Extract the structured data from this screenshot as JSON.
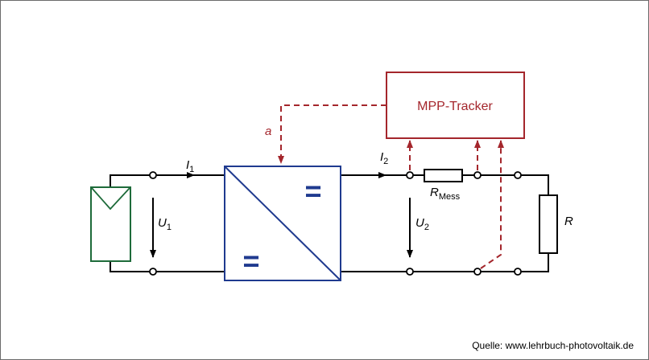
{
  "colors": {
    "wire": "#000000",
    "control": "#a4262c",
    "converter": "#1f3a8f",
    "solar_module": "#1e6b3a",
    "frame": "#6b6b6b"
  },
  "tracker": {
    "label": "MPP-Tracker"
  },
  "control_signal": {
    "label": "a"
  },
  "currents": {
    "i1": {
      "symbol": "I",
      "subscript": "1"
    },
    "i2": {
      "symbol": "I",
      "subscript": "2"
    }
  },
  "voltages": {
    "u1": {
      "symbol": "U",
      "subscript": "1"
    },
    "u2": {
      "symbol": "U",
      "subscript": "2"
    }
  },
  "resistors": {
    "measure": {
      "symbol": "R",
      "subscript": "Mess"
    },
    "load": {
      "symbol": "R"
    }
  },
  "converter": {
    "top_symbol": "=",
    "bottom_symbol": "="
  },
  "source_credit": "Quelle: www.lehrbuch-photovoltaik.de"
}
